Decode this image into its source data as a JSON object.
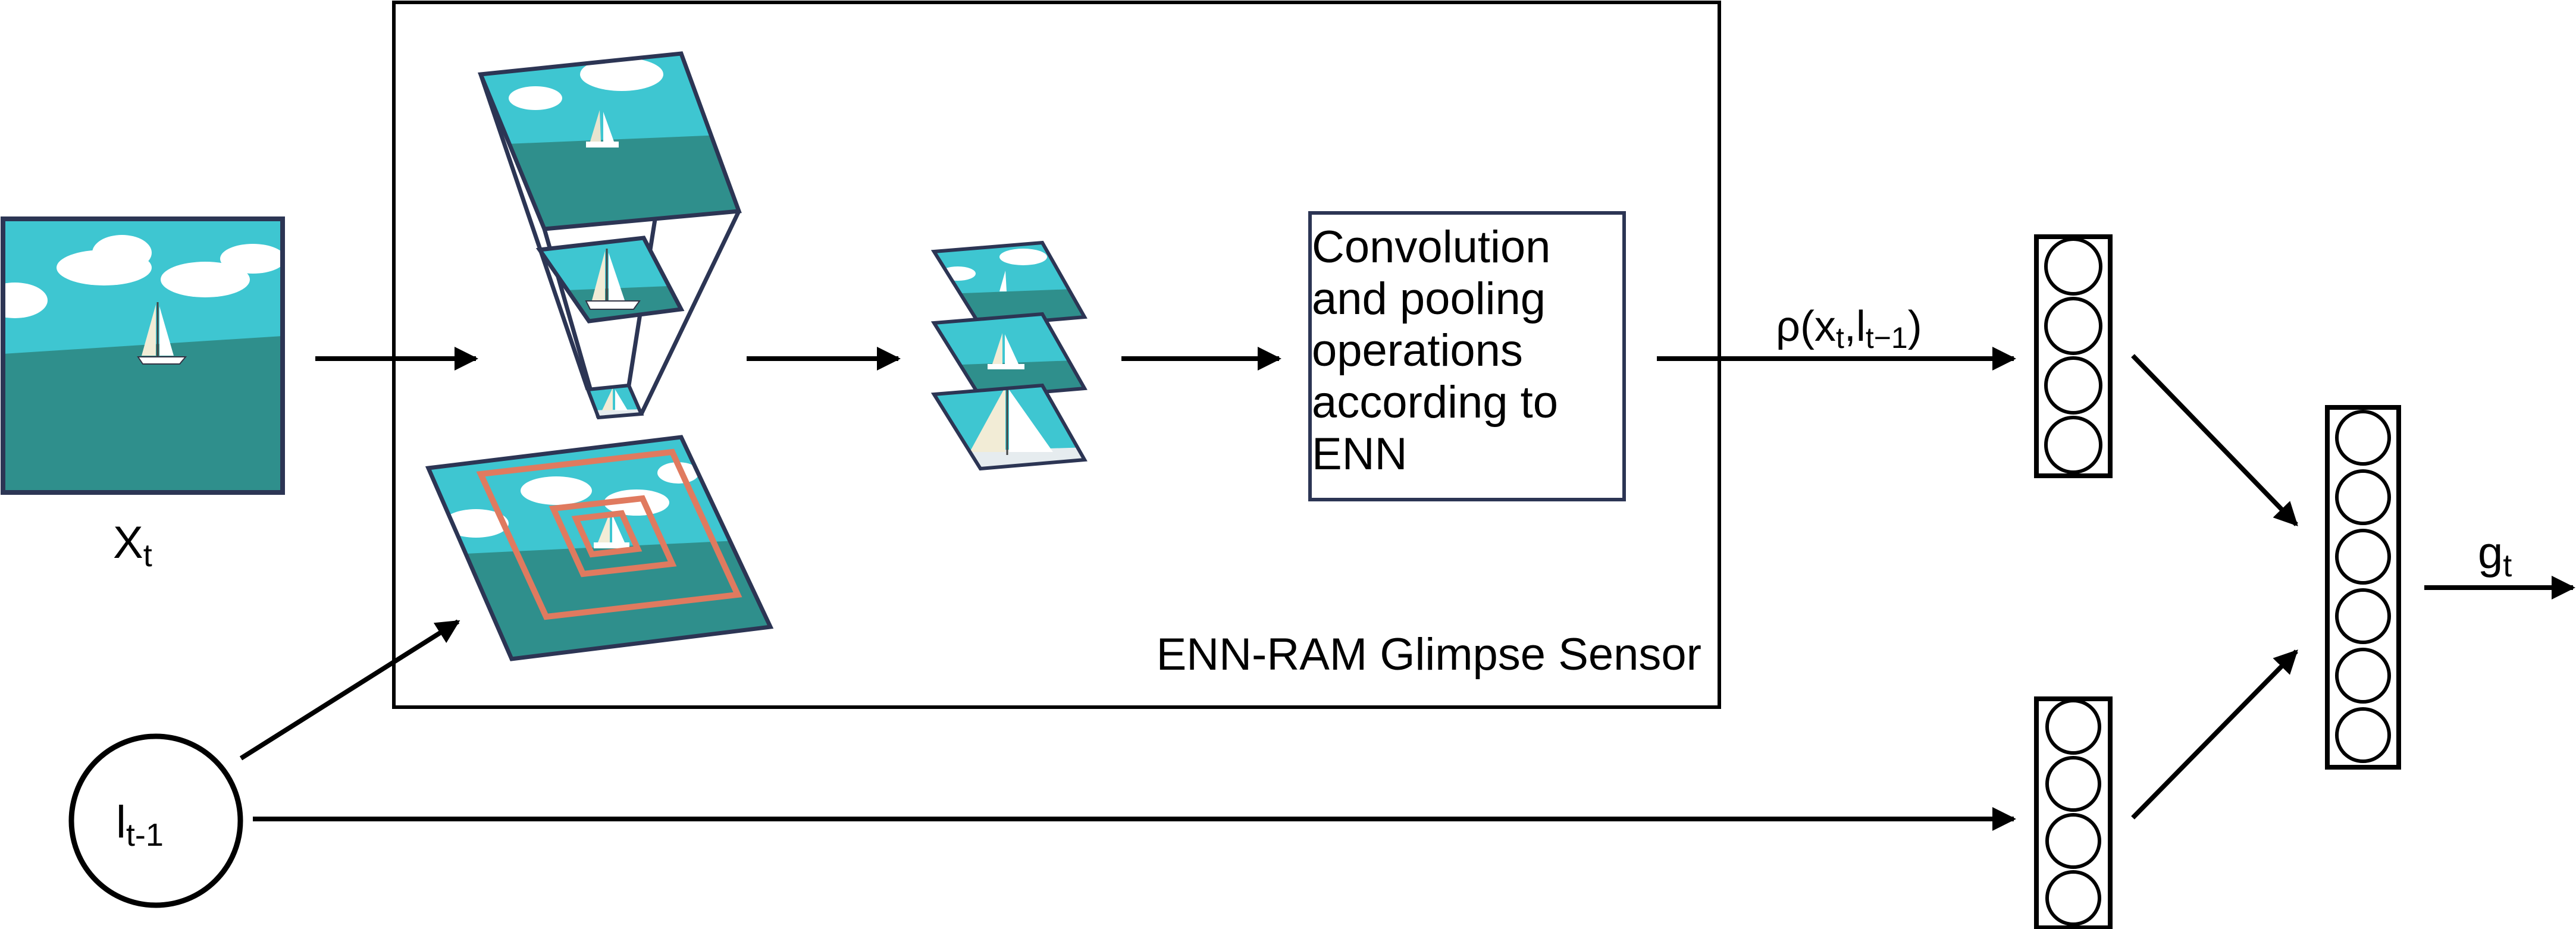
{
  "input_image_label": {
    "base": "X",
    "sub": "t"
  },
  "location_label": {
    "base": "l",
    "sub": "t-1"
  },
  "sensor_title": "ENN-RAM Glimpse Sensor",
  "conv_text_lines": [
    "Convolution",
    "and pooling",
    "operations",
    "according to",
    "ENN"
  ],
  "rho_label": {
    "prefix": "ρ(x",
    "sub1": "t",
    "mid": ",l",
    "sub2": "t−1",
    "suffix": ")"
  },
  "output_label": {
    "base": "g",
    "sub": "t"
  },
  "colors": {
    "sky": "#3ec6d1",
    "sea": "#2f8f8c",
    "frame": "#2c3554",
    "focus_box": "#e07a5f",
    "stroke": "#000000"
  }
}
